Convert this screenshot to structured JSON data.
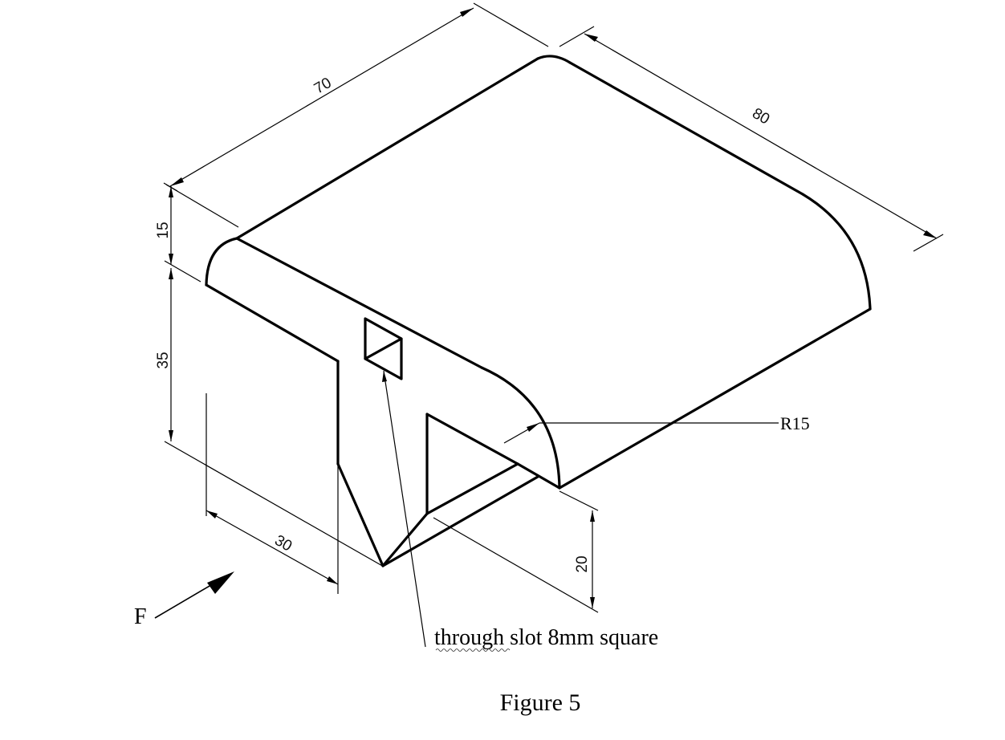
{
  "dimensions": {
    "top_length": "70",
    "depth": "80",
    "cap_height": "15",
    "web_height": "35",
    "web_width": "30",
    "right_leg_height": "20",
    "radius": "R15"
  },
  "labels": {
    "slot_note": "through slot 8mm square",
    "view_direction": "F",
    "figure_caption": "Figure 5"
  }
}
